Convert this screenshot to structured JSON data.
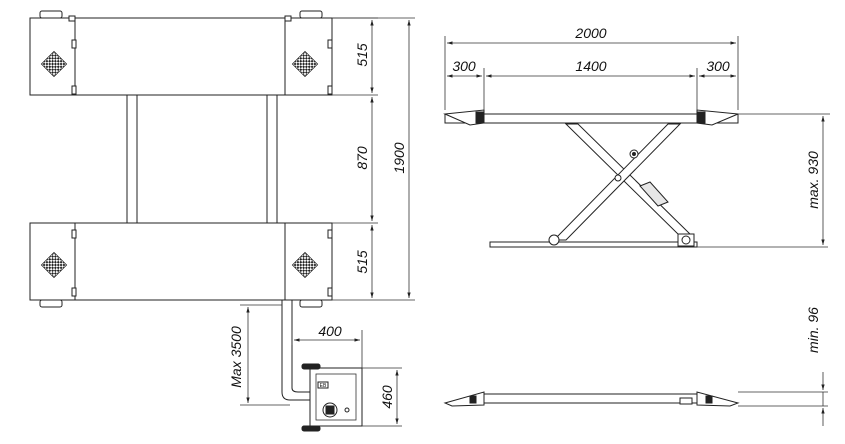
{
  "dimensions": {
    "top_view": {
      "platform_width": "515",
      "gap_between_platforms": "870",
      "overall_length": "1900",
      "bottom_platform_width": "515",
      "hose_length": "Max  3500",
      "control_box_offset": "400",
      "control_box_height": "460"
    },
    "side_view": {
      "overall_length": "2000",
      "ramp_left": "300",
      "center_span": "1400",
      "ramp_right": "300",
      "max_height": "max.  930",
      "min_height": "min.  96"
    }
  },
  "control_box": {
    "label": "EB"
  }
}
